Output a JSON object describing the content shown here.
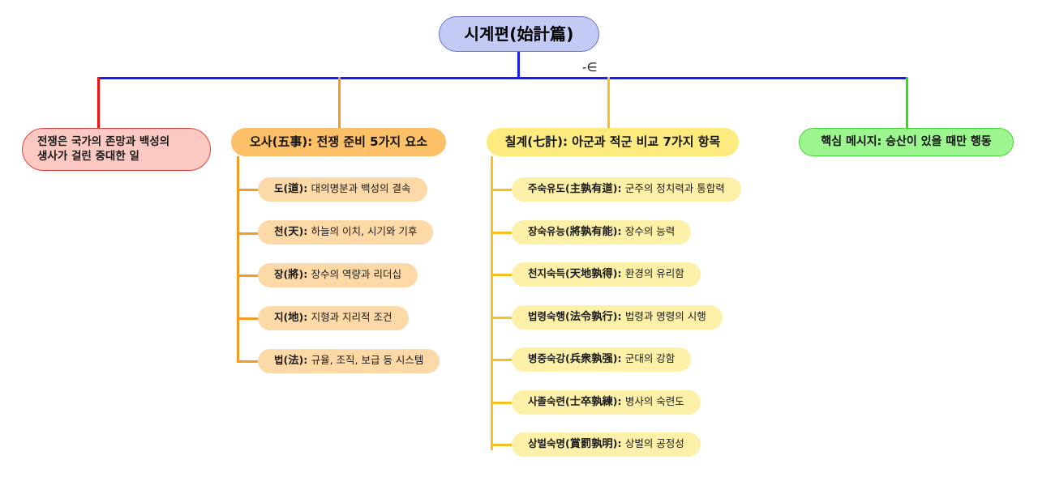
{
  "diagram": {
    "type": "mindmap",
    "background": "#ffffff",
    "stray_glyph": "-∈",
    "root": {
      "label": "시계편(始計篇)",
      "fill": "#c3cbf5",
      "stroke": "#6b74c9"
    },
    "bus_color": "#1a1aff",
    "branches": [
      {
        "key": "warning",
        "connector_color": "#f60d0d",
        "fill": "#fcc9c2",
        "stroke": "#e0403f",
        "label": "전쟁은 국가의 존망과 백성의 생사가 걸린 중대한 일",
        "line1": "전쟁은 국가의 존망과 백성의",
        "line2": "생사가 걸린 중대한 일",
        "children": []
      },
      {
        "key": "osa",
        "connector_color": "#f59a23",
        "fill": "#fbc068",
        "child_fill": "#fcd9a6",
        "label": "오사(五事): 전쟁 준비 5가지 요소",
        "children": [
          {
            "term": "도",
            "hanja": "道",
            "desc": "대의명분과 백성의 결속"
          },
          {
            "term": "천",
            "hanja": "天",
            "desc": "하늘의 이치, 시기와 기후"
          },
          {
            "term": "장",
            "hanja": "將",
            "desc": "장수의 역량과 리더십"
          },
          {
            "term": "지",
            "hanja": "地",
            "desc": "지형과 지리적 조건"
          },
          {
            "term": "법",
            "hanja": "法",
            "desc": "규율, 조직, 보급 등 시스템"
          }
        ]
      },
      {
        "key": "chilgye",
        "connector_color": "#f5c120",
        "fill": "#fdeb7f",
        "child_fill": "#fdf0a8",
        "label": "칠계(七計): 아군과 적군 비교 7가지 항목",
        "children": [
          {
            "term": "주숙유도",
            "hanja": "主孰有道",
            "desc": "군주의 정치력과 통합력"
          },
          {
            "term": "장숙유능",
            "hanja": "將孰有能",
            "desc": "장수의 능력"
          },
          {
            "term": "천지숙득",
            "hanja": "天地孰得",
            "desc": "환경의 유리함"
          },
          {
            "term": "법령숙행",
            "hanja": "法令孰行",
            "desc": "법령과 명령의 시행"
          },
          {
            "term": "병중숙강",
            "hanja": "兵衆孰强",
            "desc": "군대의 강함"
          },
          {
            "term": "사졸숙련",
            "hanja": "士卒孰練",
            "desc": "병사의 숙련도"
          },
          {
            "term": "상벌숙명",
            "hanja": "賞罰孰明",
            "desc": "상벌의 공정성"
          }
        ]
      },
      {
        "key": "message",
        "connector_color": "#2ee016",
        "fill": "#9df58f",
        "stroke": "#49d53a",
        "label": "핵심 메시지: 승산이 있을 때만 행동",
        "children": []
      }
    ]
  }
}
